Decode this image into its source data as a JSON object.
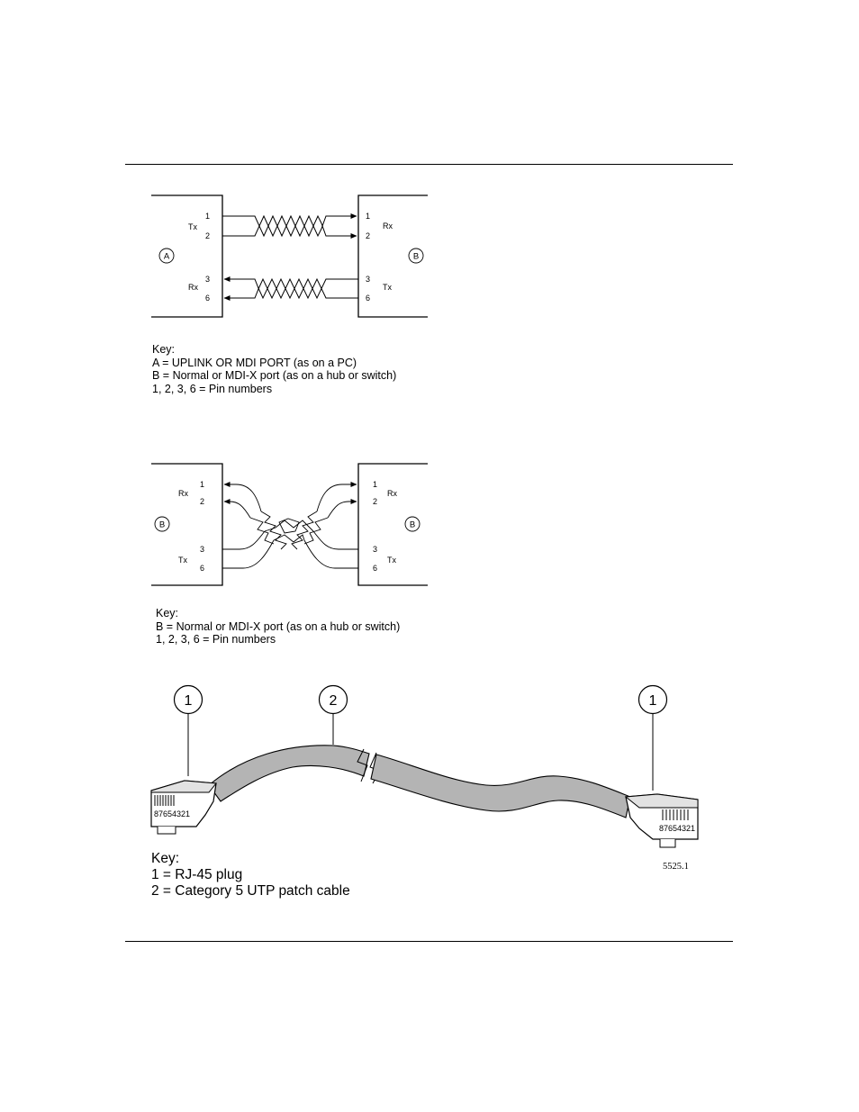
{
  "figure1": {
    "left_label": "A",
    "right_label": "B",
    "left_tx": "Tx",
    "left_rx": "Rx",
    "right_rx": "Rx",
    "right_tx": "Tx",
    "left_pins": [
      "1",
      "2",
      "3",
      "6"
    ],
    "right_pins": [
      "1",
      "2",
      "3",
      "6"
    ],
    "key": {
      "heading": "Key:",
      "lines": [
        "A = UPLINK OR MDI PORT (as on a PC)",
        "B = Normal or MDI-X port (as on a hub or switch)",
        "1, 2, 3, 6 = Pin numbers"
      ]
    }
  },
  "figure2": {
    "left_label": "B",
    "right_label": "B",
    "left_rx": "Rx",
    "left_tx": "Tx",
    "right_rx": "Rx",
    "right_tx": "Tx",
    "left_pins": [
      "1",
      "2",
      "3",
      "6"
    ],
    "right_pins": [
      "1",
      "2",
      "3",
      "6"
    ],
    "key": {
      "heading": "Key:",
      "lines": [
        "B = Normal or MDI-X port (as on a hub or switch)",
        "1, 2, 3, 6 = Pin numbers"
      ]
    }
  },
  "figure3": {
    "callouts": [
      "1",
      "2",
      "1"
    ],
    "plug_left_pins": "87654321",
    "plug_right_pins": "87654321",
    "figure_number": "5525.1",
    "key": {
      "heading": "Key:",
      "lines": [
        "1 = RJ-45 plug",
        "2 = Category 5 UTP patch cable"
      ]
    }
  }
}
